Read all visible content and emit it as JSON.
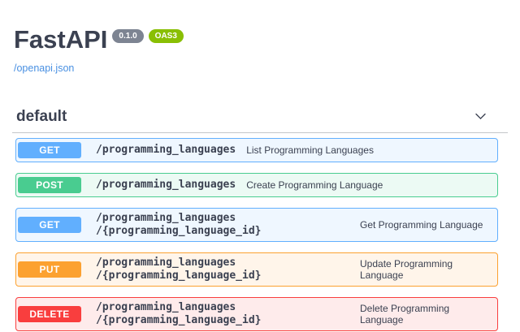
{
  "header": {
    "title": "FastAPI",
    "version_badge": "0.1.0",
    "oas_badge": "OAS3",
    "spec_link": "/openapi.json"
  },
  "section": {
    "name": "default"
  },
  "operations": [
    {
      "method": "GET",
      "path": "/programming_languages",
      "description": "List Programming Languages"
    },
    {
      "method": "POST",
      "path": "/programming_languages",
      "description": "Create Programming Language"
    },
    {
      "method": "GET",
      "path": "/programming_languages\n/{programming_language_id}",
      "description": "Get Programming Language"
    },
    {
      "method": "PUT",
      "path": "/programming_languages\n/{programming_language_id}",
      "description": "Update Programming Language"
    },
    {
      "method": "DELETE",
      "path": "/programming_languages\n/{programming_language_id}",
      "description": "Delete Programming Language"
    }
  ],
  "colors": {
    "get": "#61affe",
    "post": "#49cc90",
    "put": "#fca130",
    "delete": "#f93e3e",
    "version_badge_bg": "#7d8492",
    "oas_badge_bg": "#89bf04",
    "link": "#4990e2",
    "heading_text": "#3b4151"
  }
}
